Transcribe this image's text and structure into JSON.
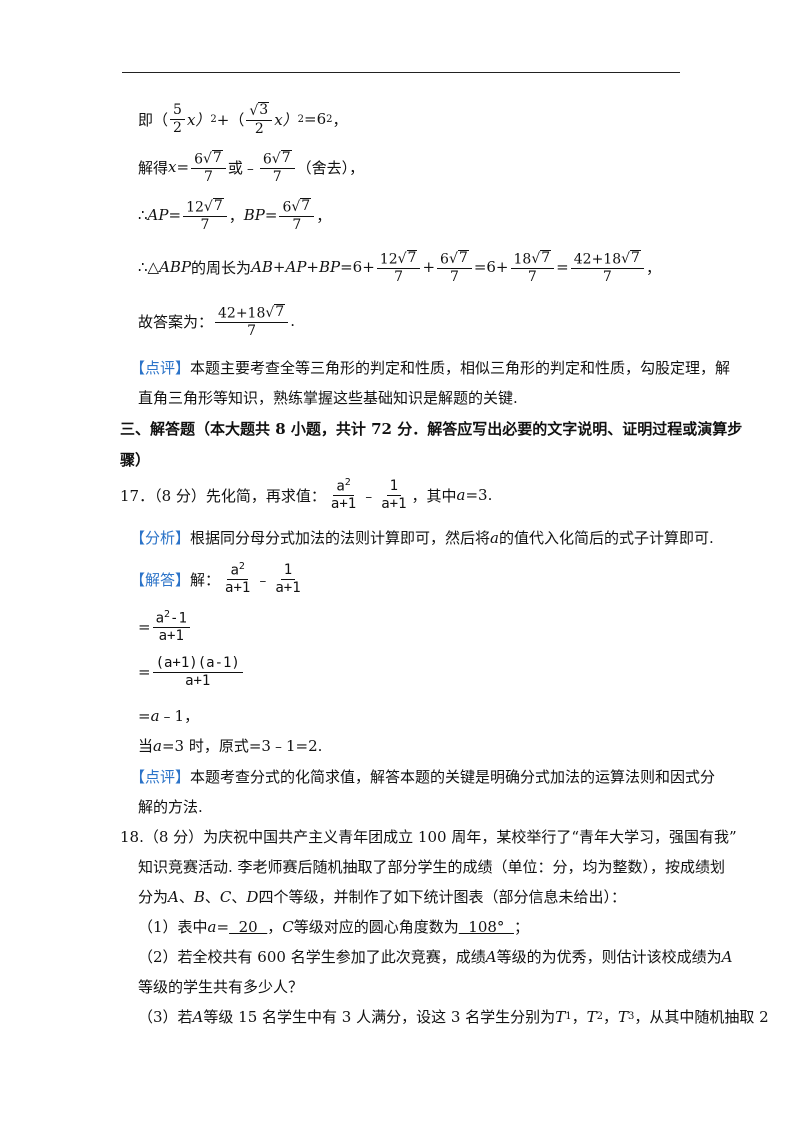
{
  "l1": {
    "pre": "即（",
    "f1n": "5",
    "f1d": "2",
    "x1": "x）",
    "sq1": "2",
    "plus": "+（",
    "f2n": "3",
    "f2d": "2",
    "x2": "x）",
    "sq2": "2",
    "eq": "=6",
    "sq3": "2",
    "end": "，"
  },
  "l2": {
    "pre": "解得",
    "x": "x",
    "eq": "=",
    "n1": "6",
    "r1": "7",
    "d1": "7",
    "or": "或﹣",
    "n2": "6",
    "r2": "7",
    "d2": "7",
    "end": "（舍去），"
  },
  "l3": {
    "pre": "∴",
    "ap": "AP",
    "eq1": "=",
    "n1": "12",
    "r1": "7",
    "d1": "7",
    "mid": "，",
    "bp": "BP",
    "eq2": "=",
    "n2": "6",
    "r2": "7",
    "d2": "7",
    "end": "，"
  },
  "l4": {
    "pre": "∴△",
    "abp": "ABP",
    "t1": "的周长为",
    "sum": "AB+AP+BP",
    "t2": "=6+",
    "n1": "12",
    "r1": "7",
    "d1": "7",
    "p1": "+",
    "n2": "6",
    "r2": "7",
    "d2": "7",
    "t3": "=6+",
    "n3": "18",
    "r3": "7",
    "d3": "7",
    "t4": "=",
    "n4": "42+18",
    "r4": "7",
    "d4": "7",
    "end": "，"
  },
  "l5": {
    "pre": "故答案为：",
    "n": "42+18",
    "r": "7",
    "d": "7",
    "end": "."
  },
  "l6": {
    "tag": "【点评】",
    "text": "本题主要考查全等三角形的判定和性质，相似三角形的判定和性质，勾股定理，解"
  },
  "l7": {
    "text": "直角三角形等知识，熟练掌握这些基础知识是解题的关键."
  },
  "l8": {
    "text": "三、解答题（本大题共 8 小题，共计 72 分．解答应写出必要的文字说明、证明过程或演算步"
  },
  "l9": {
    "text": "骤）"
  },
  "l10": {
    "pre": "17．（8 分）先化简，再求值：",
    "n1": "a",
    "s1": "2",
    "d1": "a+1",
    "minus": "﹣",
    "n2": "1",
    "d2": "a+1",
    "mid": "，其中",
    "a": "a",
    "end": "=3."
  },
  "l11": {
    "tag": "【分析】",
    "t1": "根据同分母分式加法的法则计算即可，然后将",
    "a": "a",
    "t2": "的值代入化简后的式子计算即可."
  },
  "l12": {
    "tag": "【解答】",
    "t1": "解：",
    "n1": "a",
    "s1": "2",
    "d1": "a+1",
    "minus": "﹣",
    "n2": "1",
    "d2": "a+1"
  },
  "l13": {
    "eq": "=",
    "n": "a",
    "s": "2",
    "nr": "-1",
    "d": "a+1"
  },
  "l14": {
    "eq": "=",
    "n": "(a+1)(a-1)",
    "d": "a+1"
  },
  "l15": {
    "eq": "=",
    "a": "a",
    "rest": "﹣1，"
  },
  "l16": {
    "pre": "当",
    "a": "a",
    "rest": "=3 时，原式=3﹣1=2."
  },
  "l17": {
    "tag": "【点评】",
    "text": "本题考查分式的化简求值，解答本题的关键是明确分式加法的运算法则和因式分"
  },
  "l18": {
    "text": "解的方法."
  },
  "l19": {
    "text": "18.（8 分）为庆祝中国共产主义青年团成立 100 周年，某校举行了“青年大学习，强国有我”"
  },
  "l20": {
    "text": "知识竞赛活动. 李老师赛后随机抽取了部分学生的成绩（单位：分，均为整数），按成绩划"
  },
  "l21": {
    "t1": "分为",
    "A": "A",
    "s1": "、",
    "B": "B",
    "s2": "、",
    "C": "C",
    "s3": "、",
    "D": "D",
    "t2": "四个等级，并制作了如下统计图表（部分信息未给出）："
  },
  "l22": {
    "t1": "（1）表中",
    "a": "a",
    "t2": "=",
    "ans1": "  20  ",
    "t3": "，",
    "C": "C",
    "t4": "等级对应的圆心角度数为",
    "ans2": "  108°  ",
    "t5": "；"
  },
  "l23": {
    "t1": "（2）若全校共有 600 名学生参加了此次竞赛，成绩",
    "A": "A",
    "t2": "等级的为优秀，则估计该校成绩为",
    "A2": "A"
  },
  "l24": {
    "text": "等级的学生共有多少人？"
  },
  "l25": {
    "t1": "（3）若",
    "A": "A",
    "t2": "等级 15 名学生中有 3 人满分，设这 3 名学生分别为",
    "T": "T",
    "s1": "1",
    "c1": "，",
    "T2": "T",
    "s2": "2",
    "c2": "，",
    "T3": "T",
    "s3": "3",
    "t3": "，从其中随机抽取 2"
  }
}
